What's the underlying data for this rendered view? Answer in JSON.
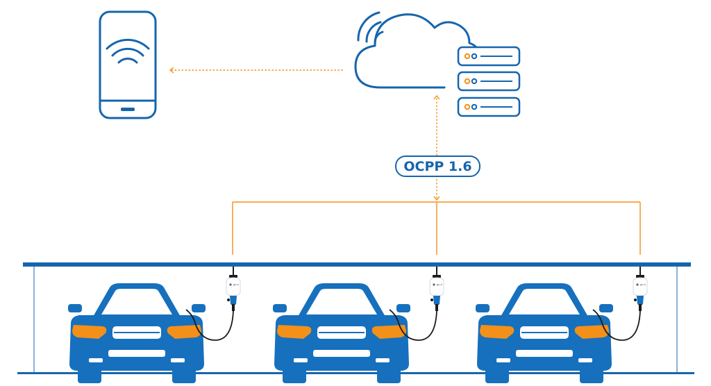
{
  "protocol": {
    "label": "OCPP 1.6"
  },
  "colors": {
    "primary": "#1565ad",
    "accent": "#f39019",
    "car_body": "#1670bd",
    "headlight": "#f39019",
    "background": "#ffffff"
  },
  "icons": {
    "phone": "smartphone-wifi-icon",
    "cloud": "cloud-wifi-icon",
    "server": "server-rack-icon",
    "car": "car-front-icon",
    "charger": "wallbox-charger-icon"
  },
  "charging_points": [
    {
      "car": "car-1",
      "charger": "charger-1"
    },
    {
      "car": "car-2",
      "charger": "charger-2"
    },
    {
      "car": "car-3",
      "charger": "charger-3"
    }
  ],
  "charger_brand": "go-e"
}
